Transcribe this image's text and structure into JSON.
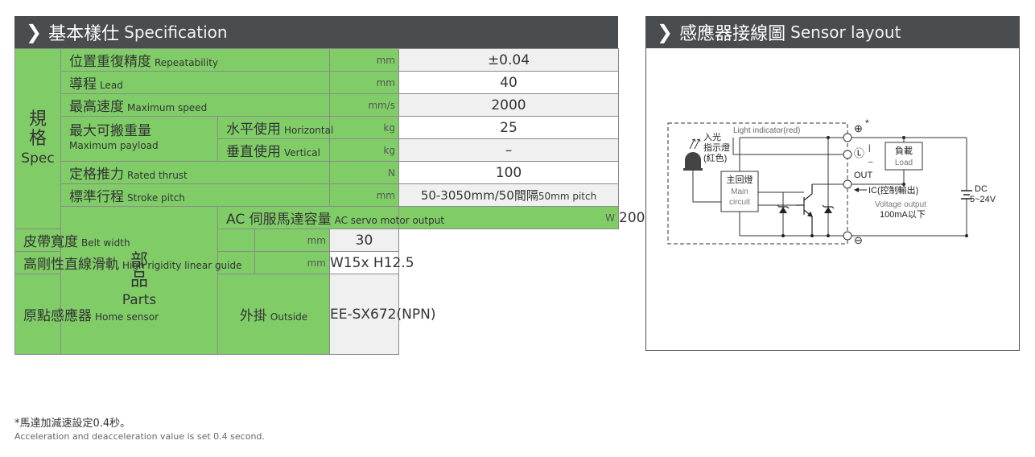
{
  "spec": {
    "header_zh": "基本樣仕",
    "header_en": "Specification",
    "group_spec_zh": "規\n格",
    "group_spec_en": "Spec",
    "group_parts_zh": "部\n品",
    "group_parts_en": "Parts",
    "rows": [
      {
        "zh": "位置重復精度",
        "en": "Repeatability",
        "unit": "mm",
        "value": "±0.04"
      },
      {
        "zh": "導程",
        "en": "Lead",
        "unit": "mm",
        "value": "40"
      },
      {
        "zh": "最高速度",
        "en": "Maximum speed",
        "unit": "mm/s",
        "value": "2000"
      },
      {
        "zh": "最大可搬重量",
        "en": "Maximum payload",
        "sub1_zh": "水平使用",
        "sub1_en": "Horizontal",
        "sub1_unit": "kg",
        "sub1_value": "25",
        "sub2_zh": "垂直使用",
        "sub2_en": "Vertical",
        "sub2_unit": "kg",
        "sub2_value": "–"
      },
      {
        "zh": "定格推力",
        "en": "Rated thrust",
        "unit": "N",
        "value": "100"
      },
      {
        "zh": "標準行程",
        "en": "Stroke pitch",
        "unit": "mm",
        "value": "50-3050mm/50間隔",
        "value_small": "50mm pitch"
      },
      {
        "zh": "AC 伺服馬達容量",
        "en": "AC servo motor output",
        "unit": "W",
        "value": "200"
      },
      {
        "zh": "皮帶寬度",
        "en": "Belt width",
        "unit": "mm",
        "value": "30"
      },
      {
        "zh": "高剛性直線滑軌",
        "en": "High rigidity linear guide",
        "unit": "mm",
        "value": "W15x H12.5"
      },
      {
        "zh": "原點感應器",
        "en": "Home sensor",
        "mid_zh": "外掛",
        "mid_en": "Outside",
        "value": "EE-SX672(NPN)"
      }
    ]
  },
  "footnote": {
    "zh": "*馬達加減速設定0.4秒。",
    "en": "Acceleration and deacceleration value is set 0.4 second."
  },
  "sensor": {
    "header_zh": "感應器接線圖",
    "header_en": "Sensor layout",
    "light_indicator": "Light indicator(red)",
    "indicator_zh1": "入光",
    "indicator_zh2": "指示燈",
    "indicator_zh3": "(紅色)",
    "main_zh": "主回燈",
    "main_en1": "Main",
    "main_en2": "circuit",
    "load_zh": "負載",
    "load_en": "Load",
    "out": "OUT",
    "ic": "IC(控制輸出)",
    "voltage_output": "Voltage output",
    "current": "100mA以下",
    "dc": "DC",
    "dc_range": "5~24V",
    "plus": "⊕",
    "star": "*",
    "l_mark": "Ⓛ",
    "minus": "⊖"
  }
}
